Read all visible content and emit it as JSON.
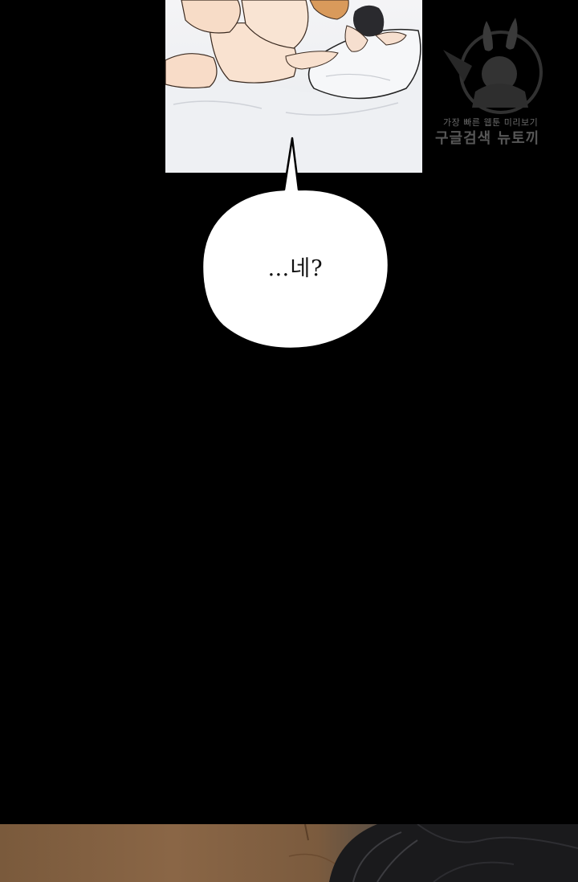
{
  "panels": {
    "top": {
      "description_icon": "illustration-panel"
    },
    "bottom": {
      "description_icon": "illustration-panel"
    }
  },
  "speech_bubble": {
    "text": "…네?"
  },
  "watermark": {
    "line1": "가장 빠른 웹툰 미리보기",
    "line2": "구글검색 뉴토끼"
  },
  "colors": {
    "background": "#000000",
    "bubble_fill": "#ffffff",
    "bubble_stroke": "#000000",
    "text": "#111111"
  }
}
